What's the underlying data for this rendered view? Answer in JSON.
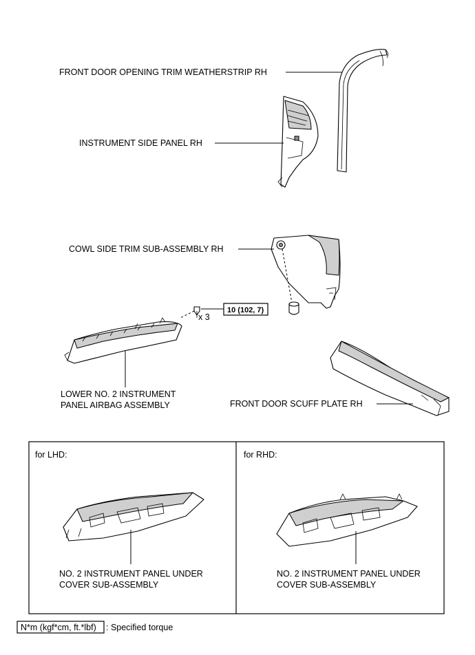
{
  "labels": {
    "front_door_opening_trim_weatherstrip": "FRONT DOOR OPENING TRIM WEATHERSTRIP RH",
    "instrument_side_panel": "INSTRUMENT SIDE PANEL RH",
    "cowl_side_trim": "COWL SIDE TRIM SUB-ASSEMBLY RH",
    "lower_airbag_line1": "LOWER NO. 2 INSTRUMENT",
    "lower_airbag_line2": "PANEL AIRBAG ASSEMBLY",
    "front_door_scuff_plate": "FRONT DOOR SCUFF PLATE RH",
    "quantity": "x 3",
    "torque_value": "10 (102, 7)"
  },
  "panels": {
    "lhd": {
      "title": "for LHD:",
      "label_line1": "NO. 2 INSTRUMENT PANEL UNDER",
      "label_line2": "COVER SUB-ASSEMBLY"
    },
    "rhd": {
      "title": "for RHD:",
      "label_line1": "NO. 2 INSTRUMENT PANEL UNDER",
      "label_line2": "COVER SUB-ASSEMBLY"
    }
  },
  "legend": {
    "unit": "N*m (kgf*cm, ft.*lbf)",
    "description": ": Specified torque"
  }
}
